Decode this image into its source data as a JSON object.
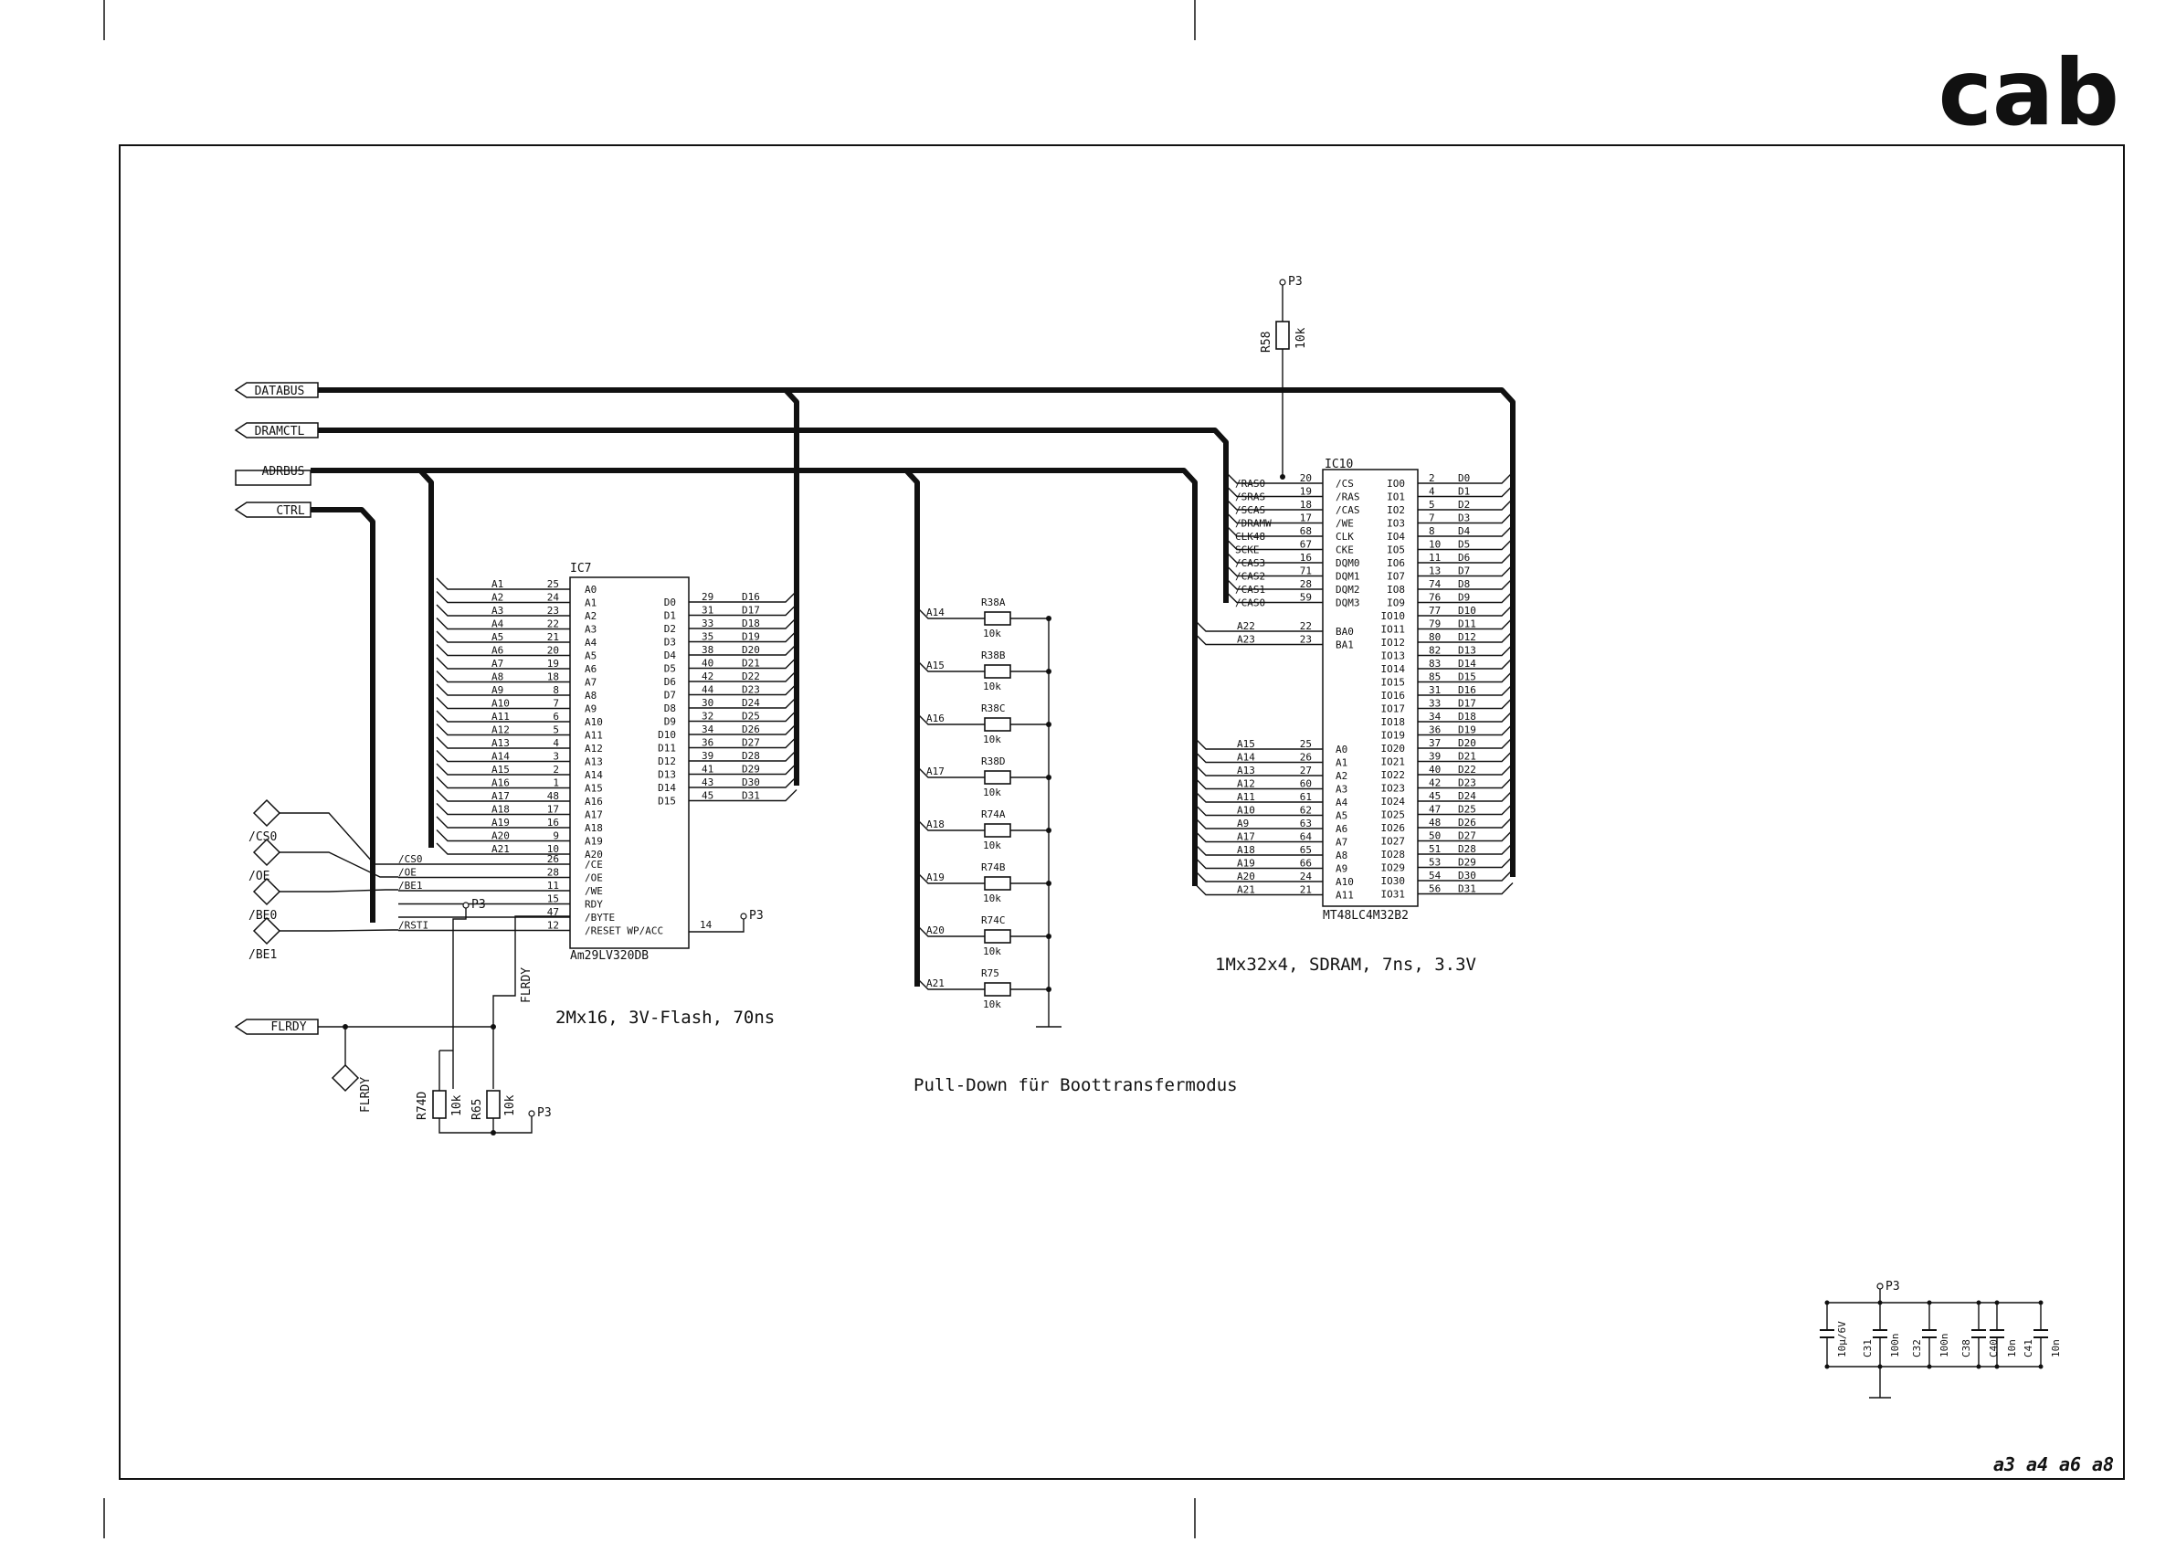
{
  "brand": {
    "logo_text": "cab",
    "logo_color": "#1b8fd0"
  },
  "revisions": [
    "a3",
    "a4",
    "a6",
    "a8"
  ],
  "buses": {
    "databus": "DATABUS",
    "dramctl": "DRAMCTL",
    "adrbus": "ADRBUS",
    "ctrl": "CTRL",
    "flrdy": "FLRDY"
  },
  "signals": {
    "cs0": "/CS0",
    "oe": "/OE",
    "be0": "/BE0",
    "be1": "/BE1",
    "flrdy_diamond": "FLRDY",
    "flrdy_vertical": "FLRDY"
  },
  "power": {
    "net": "P3"
  },
  "flash": {
    "ref": "IC7",
    "part": "Am29LV320DB",
    "description": "2Mx16, 3V-Flash, 70ns",
    "addr_nets": [
      "A1",
      "A2",
      "A3",
      "A4",
      "A5",
      "A6",
      "A7",
      "A8",
      "A9",
      "A10",
      "A11",
      "A12",
      "A13",
      "A14",
      "A15",
      "A16",
      "A17",
      "A18",
      "A19",
      "A20",
      "A21"
    ],
    "addr_pins_num": [
      "25",
      "24",
      "23",
      "22",
      "21",
      "20",
      "19",
      "18",
      "8",
      "7",
      "6",
      "5",
      "4",
      "3",
      "2",
      "1",
      "48",
      "17",
      "16",
      "9",
      "10"
    ],
    "addr_pins_name": [
      "A0",
      "A1",
      "A2",
      "A3",
      "A4",
      "A5",
      "A6",
      "A7",
      "A8",
      "A9",
      "A10",
      "A11",
      "A12",
      "A13",
      "A14",
      "A15",
      "A16",
      "A17",
      "A18",
      "A19",
      "A20"
    ],
    "ctrl_nets": [
      "/CS0",
      "/OE",
      "/BE1",
      "",
      "",
      "/RSTI"
    ],
    "ctrl_pins_num": [
      "26",
      "28",
      "11",
      "15",
      "47",
      "12"
    ],
    "ctrl_pins_name": [
      "/CE",
      "/OE",
      "/WE",
      "RDY",
      "/BYTE",
      "/RESET WP/ACC"
    ],
    "acc_pin": "14",
    "data_pins_name": [
      "D0",
      "D1",
      "D2",
      "D3",
      "D4",
      "D5",
      "D6",
      "D7",
      "D8",
      "D9",
      "D10",
      "D11",
      "D12",
      "D13",
      "D14",
      "D15"
    ],
    "data_pins_num": [
      "29",
      "31",
      "33",
      "35",
      "38",
      "40",
      "42",
      "44",
      "30",
      "32",
      "34",
      "36",
      "39",
      "41",
      "43",
      "45"
    ],
    "data_nets": [
      "D16",
      "D17",
      "D18",
      "D19",
      "D20",
      "D21",
      "D22",
      "D23",
      "D24",
      "D25",
      "D26",
      "D27",
      "D28",
      "D29",
      "D30",
      "D31"
    ]
  },
  "pulldowns": {
    "title": "Pull-Down für Boottransfermodus",
    "nets": [
      "A14",
      "A15",
      "A16",
      "A17",
      "A18",
      "A19",
      "A20",
      "A21"
    ],
    "refs": [
      "R38A",
      "R38B",
      "R38C",
      "R38D",
      "R74A",
      "R74B",
      "R74C",
      "R75"
    ],
    "values": [
      "10k",
      "10k",
      "10k",
      "10k",
      "10k",
      "10k",
      "10k",
      "10k"
    ]
  },
  "r58": {
    "ref": "R58",
    "value": "10k"
  },
  "r74d": {
    "ref": "R74D",
    "value": "10k"
  },
  "r65": {
    "ref": "R65",
    "value": "10k"
  },
  "sdram": {
    "ref": "IC10",
    "part": "MT48LC4M32B2",
    "description": "1Mx32x4, SDRAM, 7ns, 3.3V",
    "ctrl_nets": [
      "/RAS0",
      "/SRAS",
      "/SCAS",
      "/DRAMW",
      "CLK48",
      "SCKE",
      "/CAS3",
      "/CAS2",
      "/CAS1",
      "/CAS0"
    ],
    "ctrl_pins_num": [
      "20",
      "19",
      "18",
      "17",
      "68",
      "67",
      "16",
      "71",
      "28",
      "59"
    ],
    "ctrl_pins_name": [
      "/CS",
      "/RAS",
      "/CAS",
      "/WE",
      "CLK",
      "CKE",
      "DQM0",
      "DQM1",
      "DQM2",
      "DQM3"
    ],
    "ba_nets": [
      "A22",
      "A23"
    ],
    "ba_pins_num": [
      "22",
      "23"
    ],
    "ba_pins_name": [
      "BA0",
      "BA1"
    ],
    "addr_nets": [
      "A15",
      "A14",
      "A13",
      "A12",
      "A11",
      "A10",
      "A9",
      "A17",
      "A18",
      "A19",
      "A20",
      "A21"
    ],
    "addr_pins_num": [
      "25",
      "26",
      "27",
      "60",
      "61",
      "62",
      "63",
      "64",
      "65",
      "66",
      "24",
      "21"
    ],
    "addr_pins_name": [
      "A0",
      "A1",
      "A2",
      "A3",
      "A4",
      "A5",
      "A6",
      "A7",
      "A8",
      "A9",
      "A10",
      "A11"
    ],
    "io_pins_name": [
      "IO0",
      "IO1",
      "IO2",
      "IO3",
      "IO4",
      "IO5",
      "IO6",
      "IO7",
      "IO8",
      "IO9",
      "IO10",
      "IO11",
      "IO12",
      "IO13",
      "IO14",
      "IO15",
      "IO16",
      "IO17",
      "IO18",
      "IO19",
      "IO20",
      "IO21",
      "IO22",
      "IO23",
      "IO24",
      "IO25",
      "IO26",
      "IO27",
      "IO28",
      "IO29",
      "IO30",
      "IO31"
    ],
    "io_pins_num": [
      "2",
      "4",
      "5",
      "7",
      "8",
      "10",
      "11",
      "13",
      "74",
      "76",
      "77",
      "79",
      "80",
      "82",
      "83",
      "85",
      "31",
      "33",
      "34",
      "36",
      "37",
      "39",
      "40",
      "42",
      "45",
      "47",
      "48",
      "50",
      "51",
      "53",
      "54",
      "56"
    ],
    "io_nets": [
      "D0",
      "D1",
      "D2",
      "D3",
      "D4",
      "D5",
      "D6",
      "D7",
      "D8",
      "D9",
      "D10",
      "D11",
      "D12",
      "D13",
      "D14",
      "D15",
      "D16",
      "D17",
      "D18",
      "D19",
      "D20",
      "D21",
      "D22",
      "D23",
      "D24",
      "D25",
      "D26",
      "D27",
      "D28",
      "D29",
      "D30",
      "D31"
    ]
  },
  "decoupling": {
    "caps": [
      {
        "ref": "",
        "value": "10µ/6V"
      },
      {
        "ref": "C31",
        "value": "100n"
      },
      {
        "ref": "C32",
        "value": "100n"
      },
      {
        "ref": "C38",
        "value": "C40"
      },
      {
        "ref": "",
        "value": "10n"
      },
      {
        "ref": "C41",
        "value": "10n"
      }
    ]
  }
}
